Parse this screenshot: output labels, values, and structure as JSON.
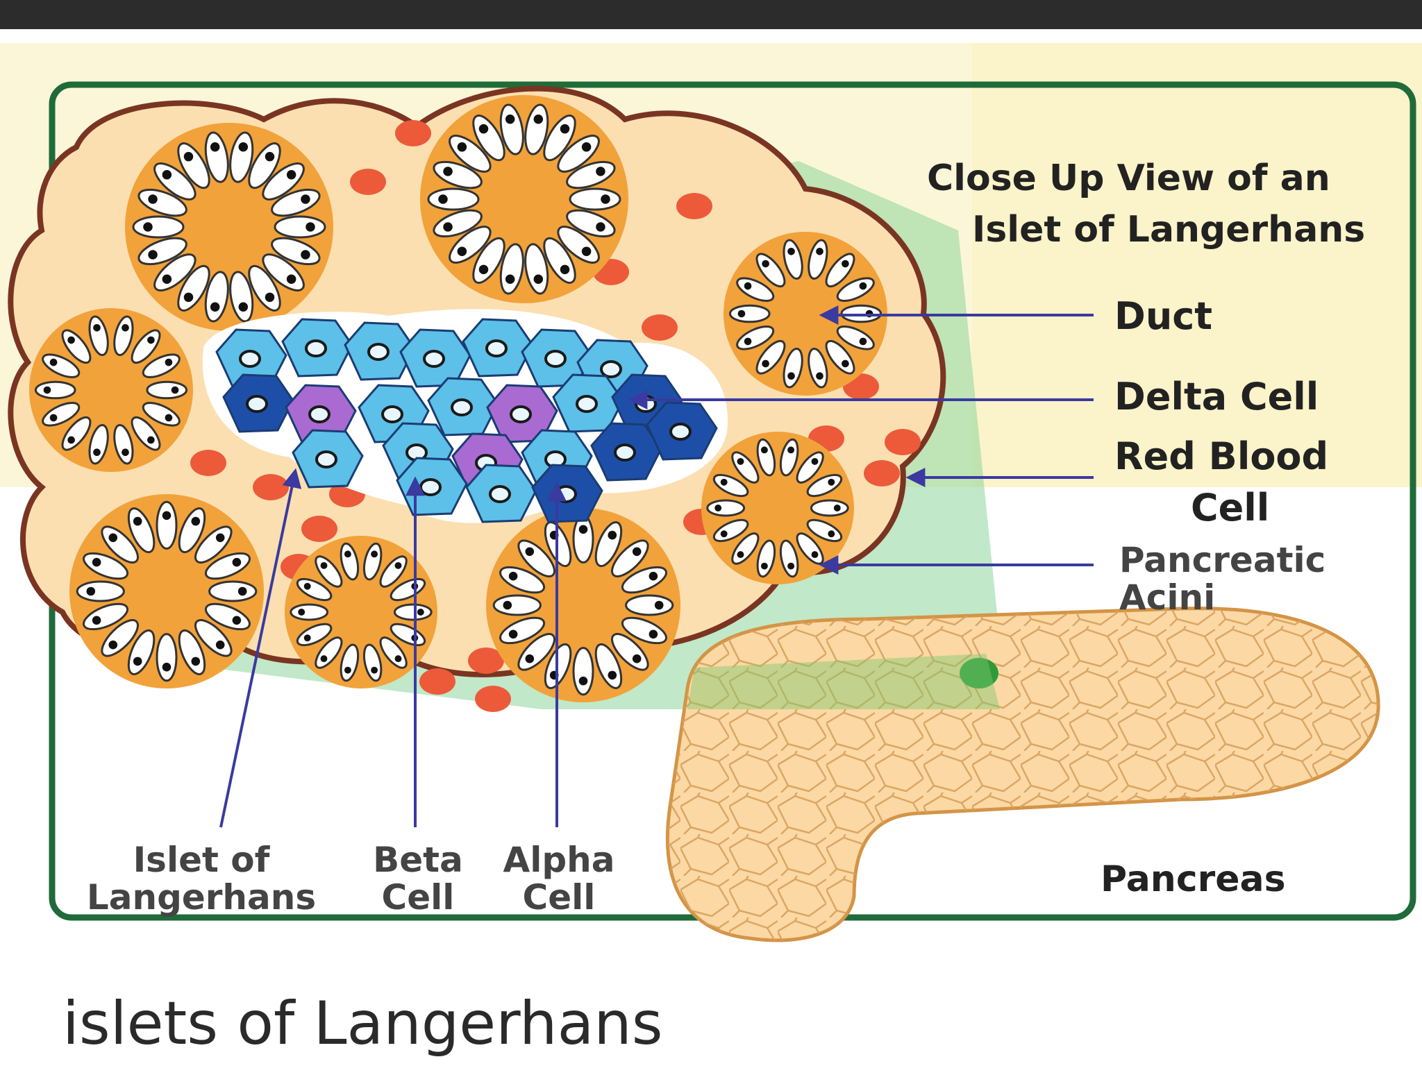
{
  "diagram": {
    "title_line1": "Close Up View of an",
    "title_line2": "Islet of Langerhans",
    "labels": {
      "duct": "Duct",
      "delta_cell": "Delta Cell",
      "red_blood_line1": "Red Blood",
      "red_blood_line2": "Cell",
      "acini_line1": "Pancreatic",
      "acini_line2": "Acini",
      "islet_line1": "Islet of",
      "islet_line2": "Langerhans",
      "beta_line1": "Beta",
      "beta_line2": "Cell",
      "alpha_line1": "Alpha",
      "alpha_line2": "Cell",
      "pancreas": "Pancreas"
    },
    "colors": {
      "tissue": "#fbdfb1",
      "tissue_border": "#7a3522",
      "acinus_ring": "#f2a23a",
      "frame_green": "#1f6b3a",
      "red_blood_cell": "#ec5a3a",
      "beta_cell": "#5cc0e8",
      "alpha_cell": "#1e4fa8",
      "delta_cell": "#a96ad2",
      "arrow": "#3a3aa0"
    }
  },
  "caption": "islets of Langerhans"
}
